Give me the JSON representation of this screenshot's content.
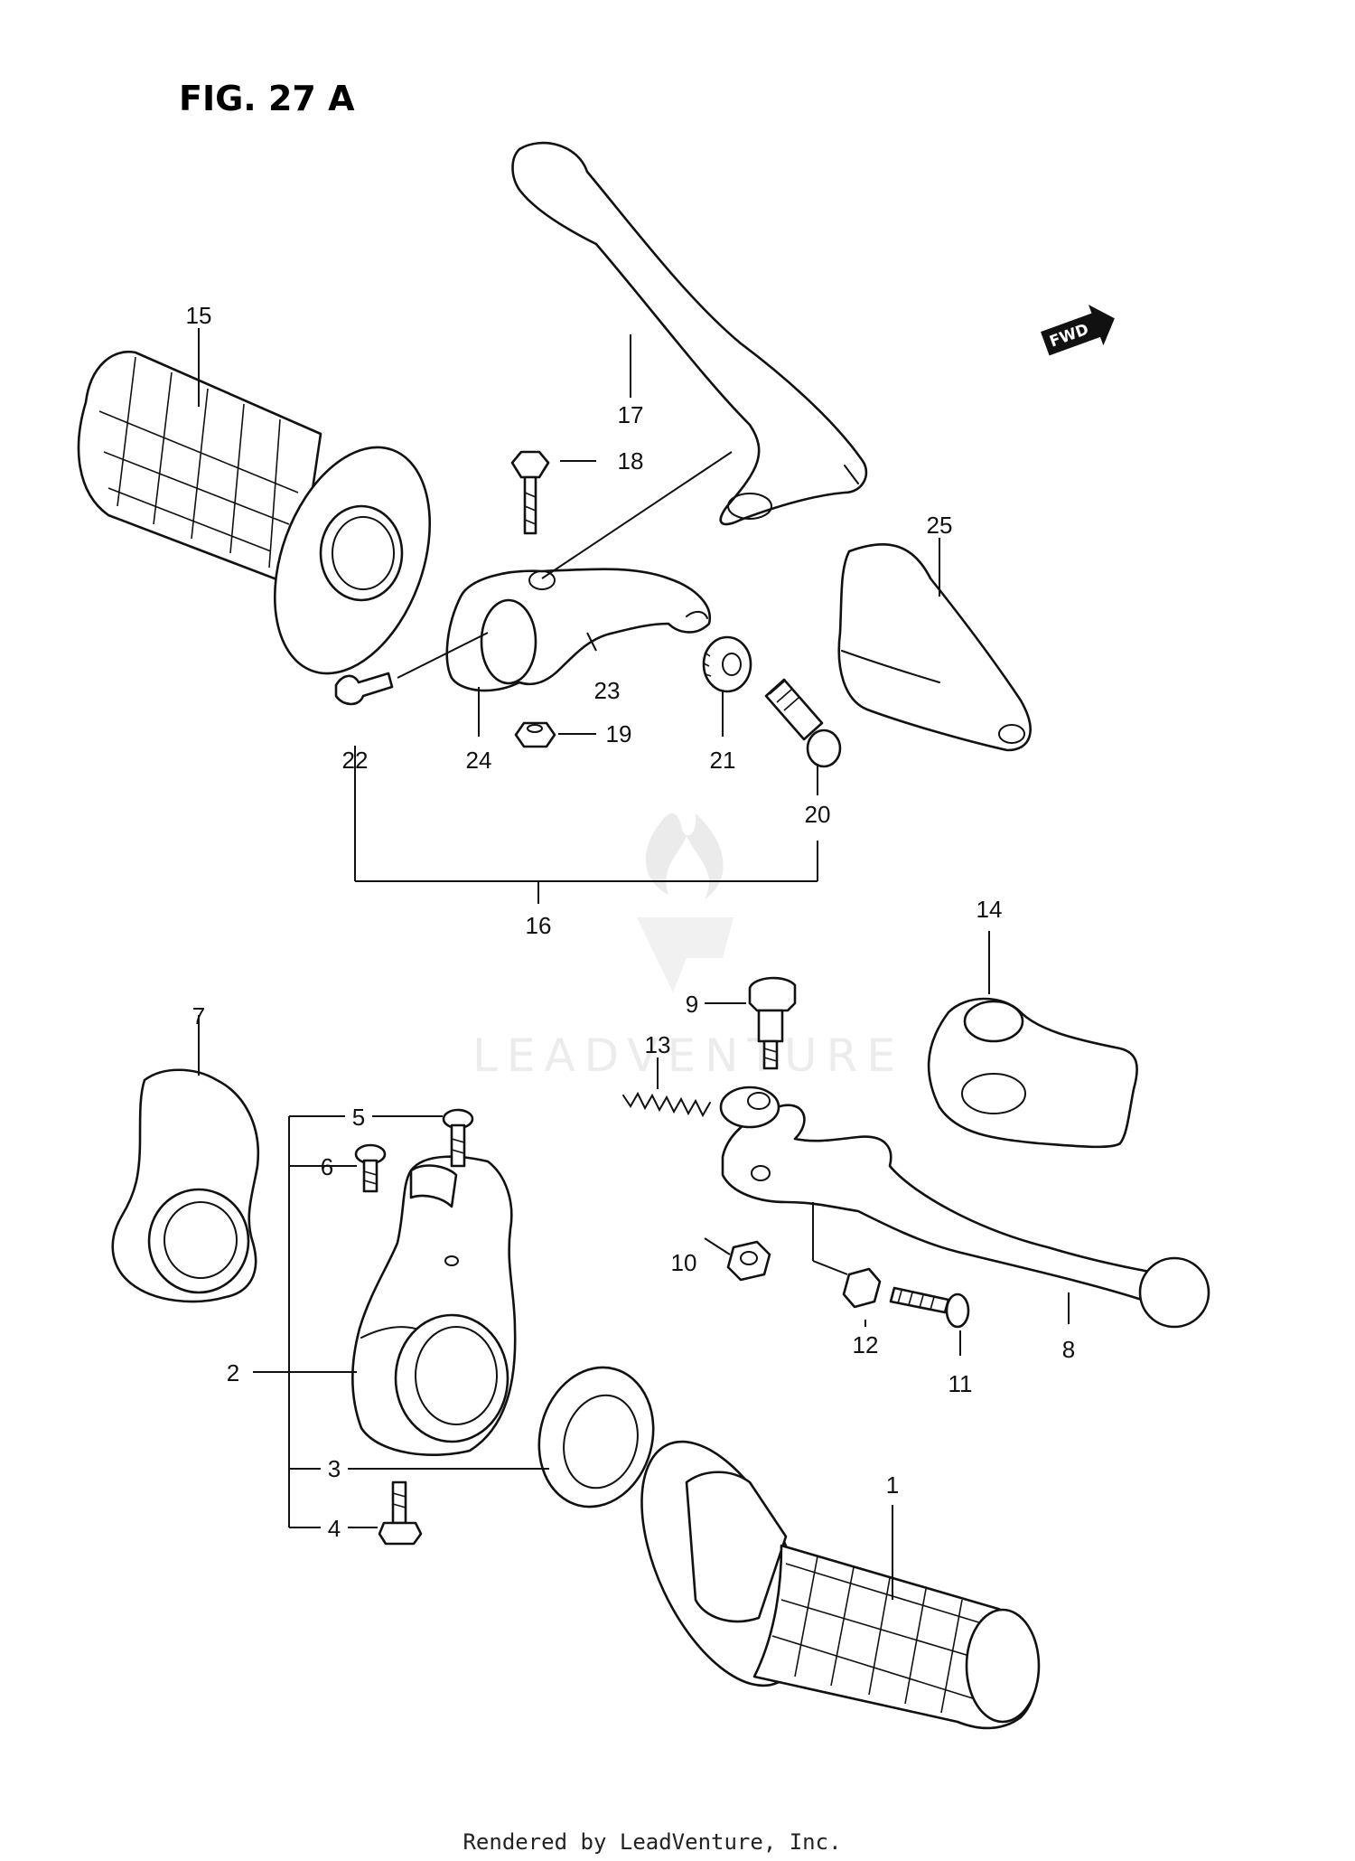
{
  "title": "FIG. 27 A",
  "direction_badge": "FWD",
  "watermark": "LEADVENTURE",
  "footer": "Rendered by LeadVenture, Inc.",
  "callouts": {
    "c1": "1",
    "c2": "2",
    "c3": "3",
    "c4": "4",
    "c5": "5",
    "c6": "6",
    "c7": "7",
    "c8": "8",
    "c9": "9",
    "c10": "10",
    "c11": "11",
    "c12": "12",
    "c13": "13",
    "c14": "14",
    "c15": "15",
    "c16": "16",
    "c17": "17",
    "c18": "18",
    "c19": "19",
    "c20": "20",
    "c21": "21",
    "c22": "22",
    "c23": "23",
    "c24": "24",
    "c25": "25"
  }
}
